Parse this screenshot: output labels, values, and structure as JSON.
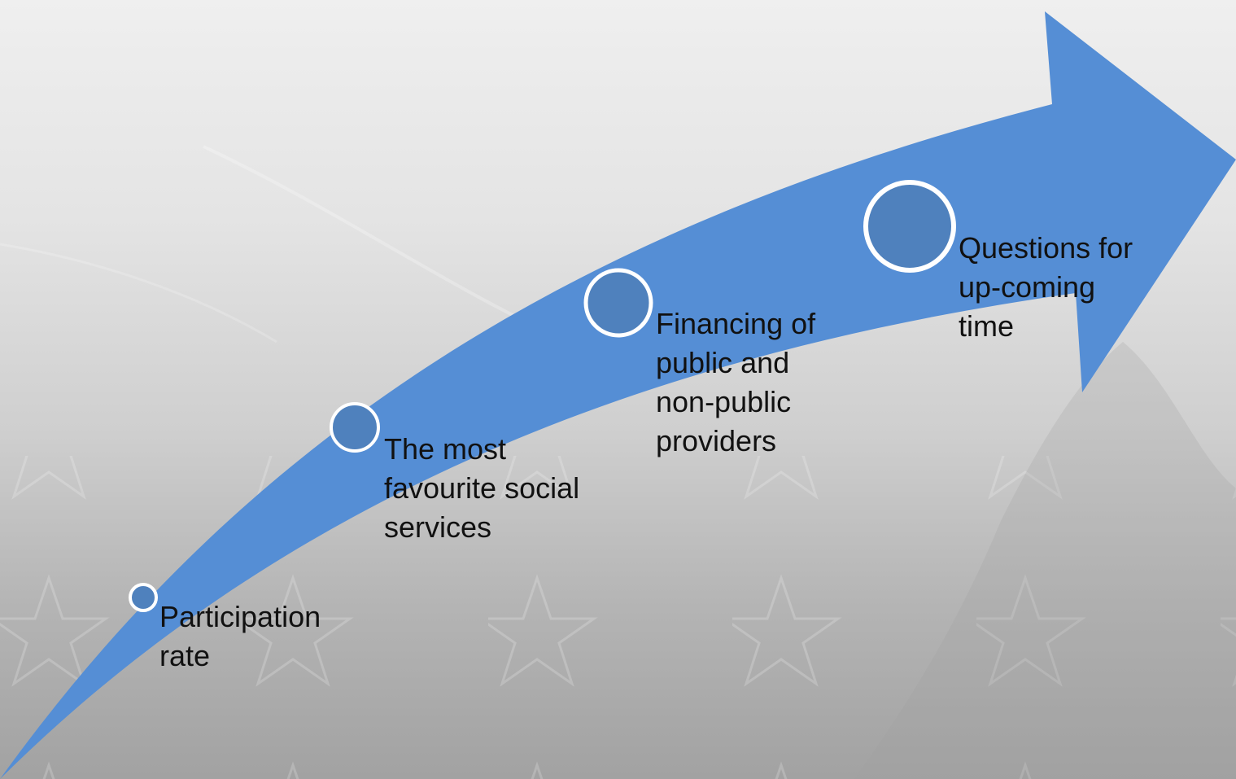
{
  "colors": {
    "arrow": "#558ed5",
    "node_fill": "#4f81bd",
    "node_stroke": "#ffffff",
    "text": "#111111"
  },
  "steps": [
    {
      "label": "Participation\nrate"
    },
    {
      "label": "The most\nfavourite social\nservices"
    },
    {
      "label": "Financing of\npublic and\nnon-public\nproviders"
    },
    {
      "label": "Questions for\nup-coming\ntime"
    }
  ]
}
